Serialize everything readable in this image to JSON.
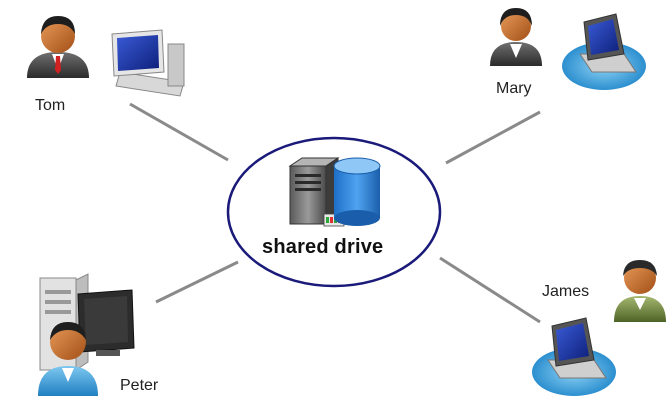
{
  "center": {
    "label": "shared drive",
    "icon": "server-database-icon",
    "ring_color": "#1a1a7a"
  },
  "users": [
    {
      "name": "Tom",
      "icons": [
        "person-icon",
        "desktop-computer-icon"
      ]
    },
    {
      "name": "Mary",
      "icons": [
        "person-icon",
        "laptop-icon"
      ]
    },
    {
      "name": "James",
      "icons": [
        "person-icon",
        "laptop-icon"
      ]
    },
    {
      "name": "Peter",
      "icons": [
        "person-icon",
        "desktop-computer-icon"
      ]
    }
  ],
  "colors": {
    "connector": "#8a8a8a",
    "laptop_pad": "#3fa6de",
    "skin": "#c56d2b"
  }
}
